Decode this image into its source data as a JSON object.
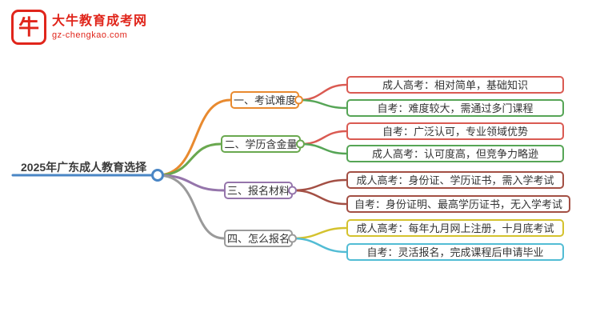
{
  "logo": {
    "title": "大牛教育成考网",
    "subtitle": "gz-chengkao.com",
    "icon": "bull-icon",
    "icon_glyph": "牛",
    "brand_color": "#e0251b"
  },
  "mindmap": {
    "root": {
      "label": "2025年广东成人教育选择",
      "color": "#4a86c5"
    },
    "branches": [
      {
        "label": "一、考试难度",
        "color": "#e88a2f",
        "children": [
          {
            "label": "成人高考：相对简单，基础知识",
            "color": "#da5a52"
          },
          {
            "label": "自考：难度较大，需通过多门课程",
            "color": "#56a556"
          }
        ]
      },
      {
        "label": "二、学历含金量",
        "color": "#6aa84f",
        "children": [
          {
            "label": "自考：广泛认可，专业领域优势",
            "color": "#da5a52"
          },
          {
            "label": "成人高考：认可度高，但竞争力略逊",
            "color": "#56a556"
          }
        ]
      },
      {
        "label": "三、报名材料",
        "color": "#9575ab",
        "children": [
          {
            "label": "成人高考：身份证、学历证书，需入学考试",
            "color": "#a34f44"
          },
          {
            "label": "自考：身份证明、最高学历证书，无入学考试",
            "color": "#a34f44"
          }
        ]
      },
      {
        "label": "四、怎么报名",
        "color": "#9a9a9a",
        "children": [
          {
            "label": "成人高考：每年九月网上注册，十月底考试",
            "color": "#d4c22e"
          },
          {
            "label": "自考：灵活报名，完成课程后申请毕业",
            "color": "#52bcd4"
          }
        ]
      }
    ]
  }
}
